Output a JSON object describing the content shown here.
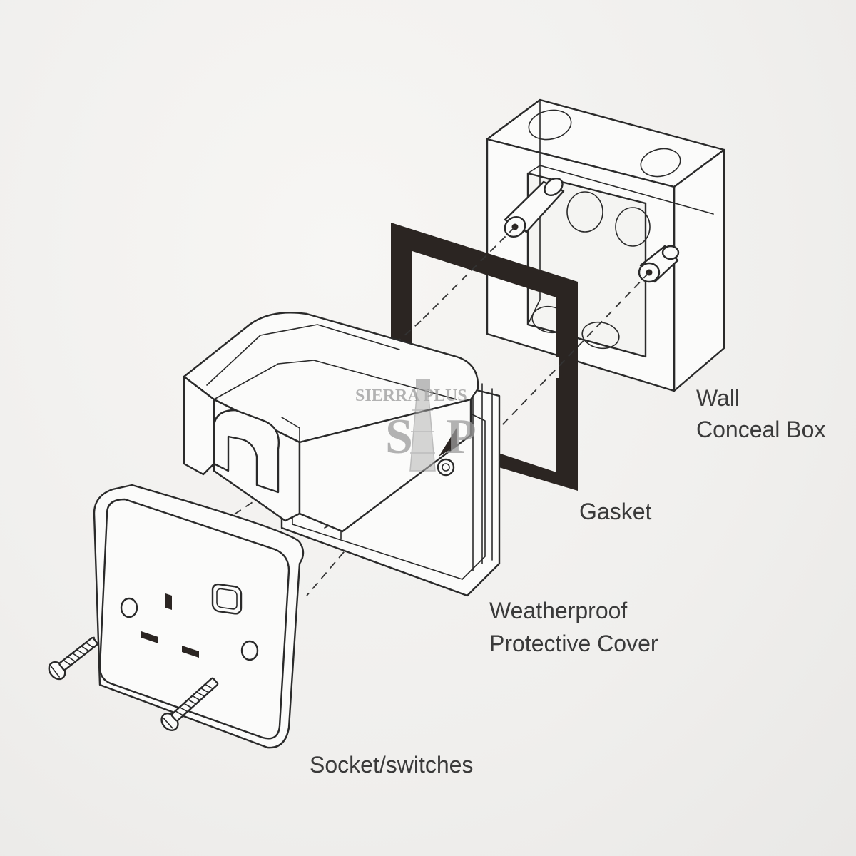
{
  "labels": {
    "wall_line1": "Wall",
    "wall_line2": "Conceal Box",
    "gasket": "Gasket",
    "cover_line1": "Weatherproof",
    "cover_line2": "Protective Cover",
    "socket": "Socket/switches"
  },
  "watermark": {
    "text": "SIERRA PLUS",
    "initials_left": "S",
    "initials_right": "P"
  },
  "colors": {
    "line": "#2a2a2a",
    "gasket": "#2b2522",
    "text": "#3a3a3a",
    "background": "#f2f1ef"
  }
}
